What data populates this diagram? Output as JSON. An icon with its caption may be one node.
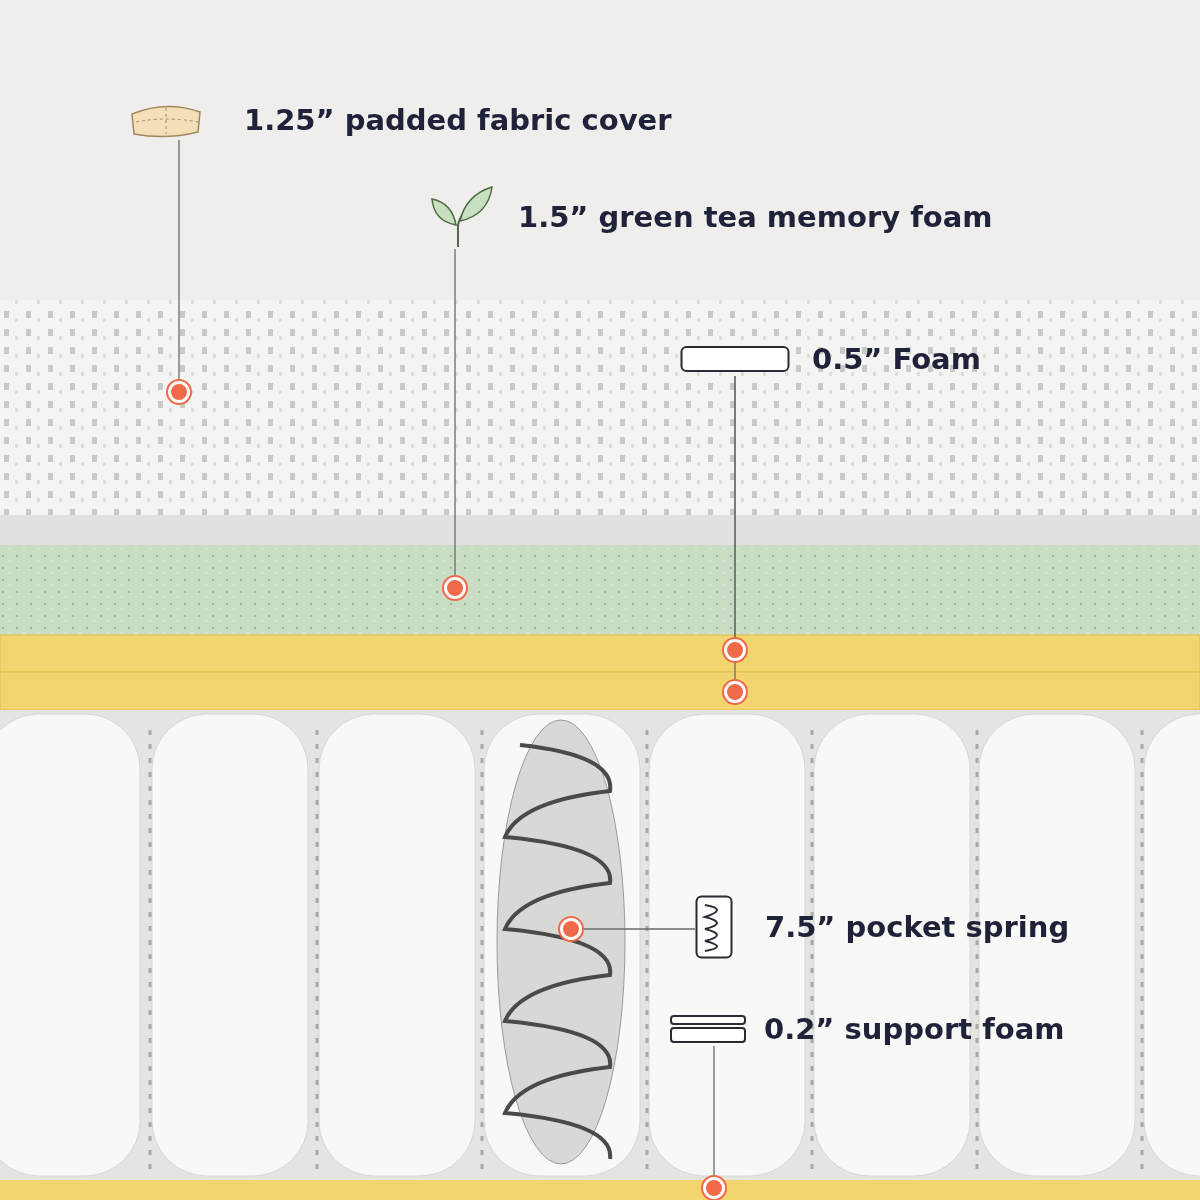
{
  "diagram": {
    "nodes": [
      {
        "text": [
          "1.25” padded fabric cover"
        ]
      },
      {
        "text": [
          "1.5” green tea memory foam"
        ]
      },
      {
        "text": [
          "0.5” Foam"
        ]
      },
      {
        "text": [
          "7.5” pocket spring"
        ]
      },
      {
        "text": [
          "0.2” support foam"
        ]
      },
      {
        "text": [],
        "shape": "circle"
      },
      {
        "text": [],
        "shape": "circle"
      },
      {
        "text": [],
        "shape": "circle"
      },
      {
        "text": [],
        "shape": "circle"
      },
      {
        "text": [],
        "shape": "circle"
      },
      {
        "text": [],
        "shape": "circle"
      }
    ],
    "edges": [
      {
        "from": 0,
        "to": 5,
        "arrow": "none"
      },
      {
        "from": 1,
        "to": 6,
        "arrow": "none"
      },
      {
        "from": 2,
        "to": 7,
        "arrow": "none"
      },
      {
        "from": 2,
        "to": 8,
        "arrow": "none"
      },
      {
        "from": 3,
        "to": 9,
        "arrow": "none"
      },
      {
        "from": 4,
        "to": 10,
        "arrow": "none"
      }
    ]
  }
}
